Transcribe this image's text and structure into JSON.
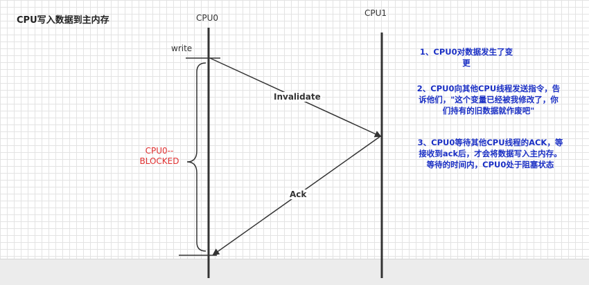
{
  "diagram": {
    "title": "CPU写入数据到主内存",
    "lanes": [
      {
        "label": "CPU0"
      },
      {
        "label": "CPU1"
      }
    ],
    "write_label": "write",
    "blocked_label": "CPU0--\nBLOCKED",
    "messages": [
      {
        "label": "Invalidate"
      },
      {
        "label": "Ack"
      }
    ],
    "notes": [
      {
        "text": "1、CPU0对数据发生了变\n更"
      },
      {
        "text": "2、CPU0向其他CPU线程发送指令，告\n诉他们，\"这个变量已经被我修改了，你\n们持有的旧数据就作废吧\""
      },
      {
        "text": "3、CPU0等待其他CPU线程的ACK，等\n接收到ack后，才会将数据写入主内存。\n等待的时间内，CPU0处于阻塞状态"
      }
    ],
    "colors": {
      "lifeline": "#333333",
      "blocked_text": "#e03030",
      "note_text": "#1a2fc4"
    }
  }
}
